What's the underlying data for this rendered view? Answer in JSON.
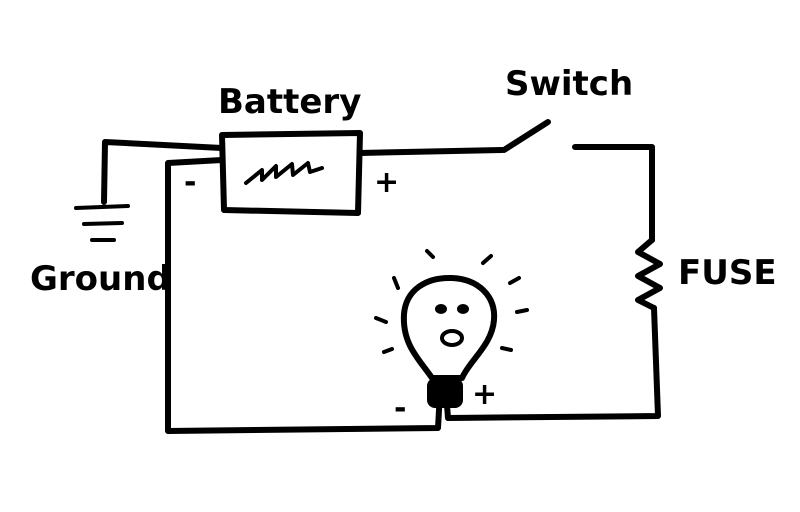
{
  "diagram": {
    "labels": {
      "battery": "Battery",
      "switch": "Switch",
      "ground": "Ground",
      "fuse": "FUSE"
    },
    "terminals": {
      "battery_negative": "-",
      "battery_positive": "+",
      "bulb_negative": "-",
      "bulb_positive": "+"
    },
    "colors": {
      "ink": "#000000",
      "background": "#ffffff"
    }
  }
}
